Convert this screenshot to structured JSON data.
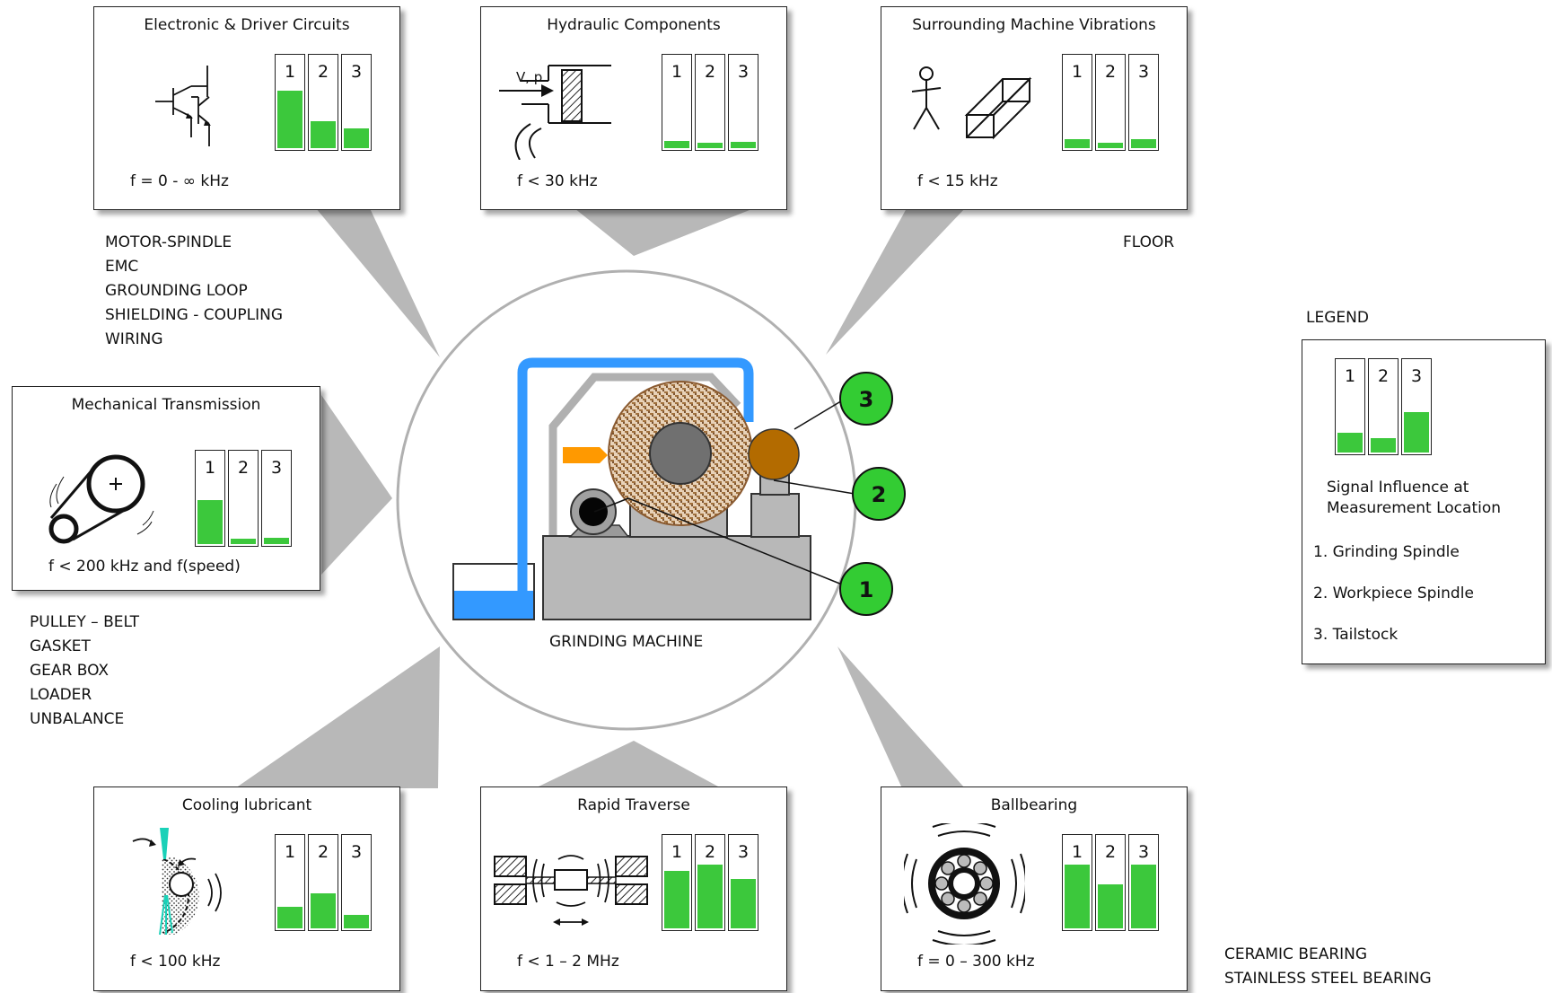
{
  "boxes": [
    {
      "title": "Electronic & Driver Circuits",
      "freq": "f = 0 - ∞ kHz",
      "levels": [
        0.6,
        0.28,
        0.21
      ]
    },
    {
      "title": "Hydraulic Components",
      "freq": "f < 30 kHz",
      "levels": [
        0.08,
        0.06,
        0.07
      ]
    },
    {
      "title": "Surrounding Machine Vibrations",
      "freq": "f < 15 kHz",
      "levels": [
        0.09,
        0.06,
        0.09
      ]
    },
    {
      "title": "Mechanical Transmission",
      "freq": "f < 200 kHz and f(speed)",
      "levels": [
        0.46,
        0.06,
        0.07
      ]
    },
    {
      "title": "Cooling lubricant",
      "freq": "f < 100 kHz",
      "levels": [
        0.23,
        0.37,
        0.14
      ]
    },
    {
      "title": "Rapid Traverse",
      "freq": "f < 1 – 2 MHz",
      "levels": [
        0.6,
        0.67,
        0.52
      ]
    },
    {
      "title": "Ballbearing",
      "freq": "f = 0 – 300 kHz",
      "levels": [
        0.67,
        0.46,
        0.67
      ]
    }
  ],
  "bar_numbers": [
    "1",
    "2",
    "3"
  ],
  "icons": {
    "hydraulic_label": "V, p"
  },
  "lists": {
    "electronic": [
      "MOTOR-SPINDLE",
      "EMC",
      "GROUNDING LOOP",
      "SHIELDING - COUPLING",
      "WIRING"
    ],
    "vibrations": [
      "FLOOR"
    ],
    "mechanical": [
      "PULLEY – BELT",
      "GASKET",
      "GEAR BOX",
      "LOADER",
      "UNBALANCE"
    ],
    "ballbearing": [
      "CERAMIC BEARING",
      "STAINLESS STEEL BEARING"
    ]
  },
  "machine": {
    "label": "GRINDING MACHINE",
    "markers": [
      "1",
      "2",
      "3"
    ]
  },
  "legend": {
    "heading": "LEGEND",
    "levels": [
      0.21,
      0.15,
      0.42
    ],
    "caption_line1": "Signal Influence at",
    "caption_line2": "Measurement Location",
    "items": [
      "1. Grinding Spindle",
      "2. Workpiece Spindle",
      "3. Tailstock"
    ]
  },
  "colors": {
    "bar_fill": "#3cc83c",
    "marker_green": "#33cc33",
    "coolant_blue": "#3399ff",
    "connector_gray": "#b8b8b8",
    "nozzle_orange": "#ff9900",
    "tailstock_brown": "#b36b00"
  }
}
